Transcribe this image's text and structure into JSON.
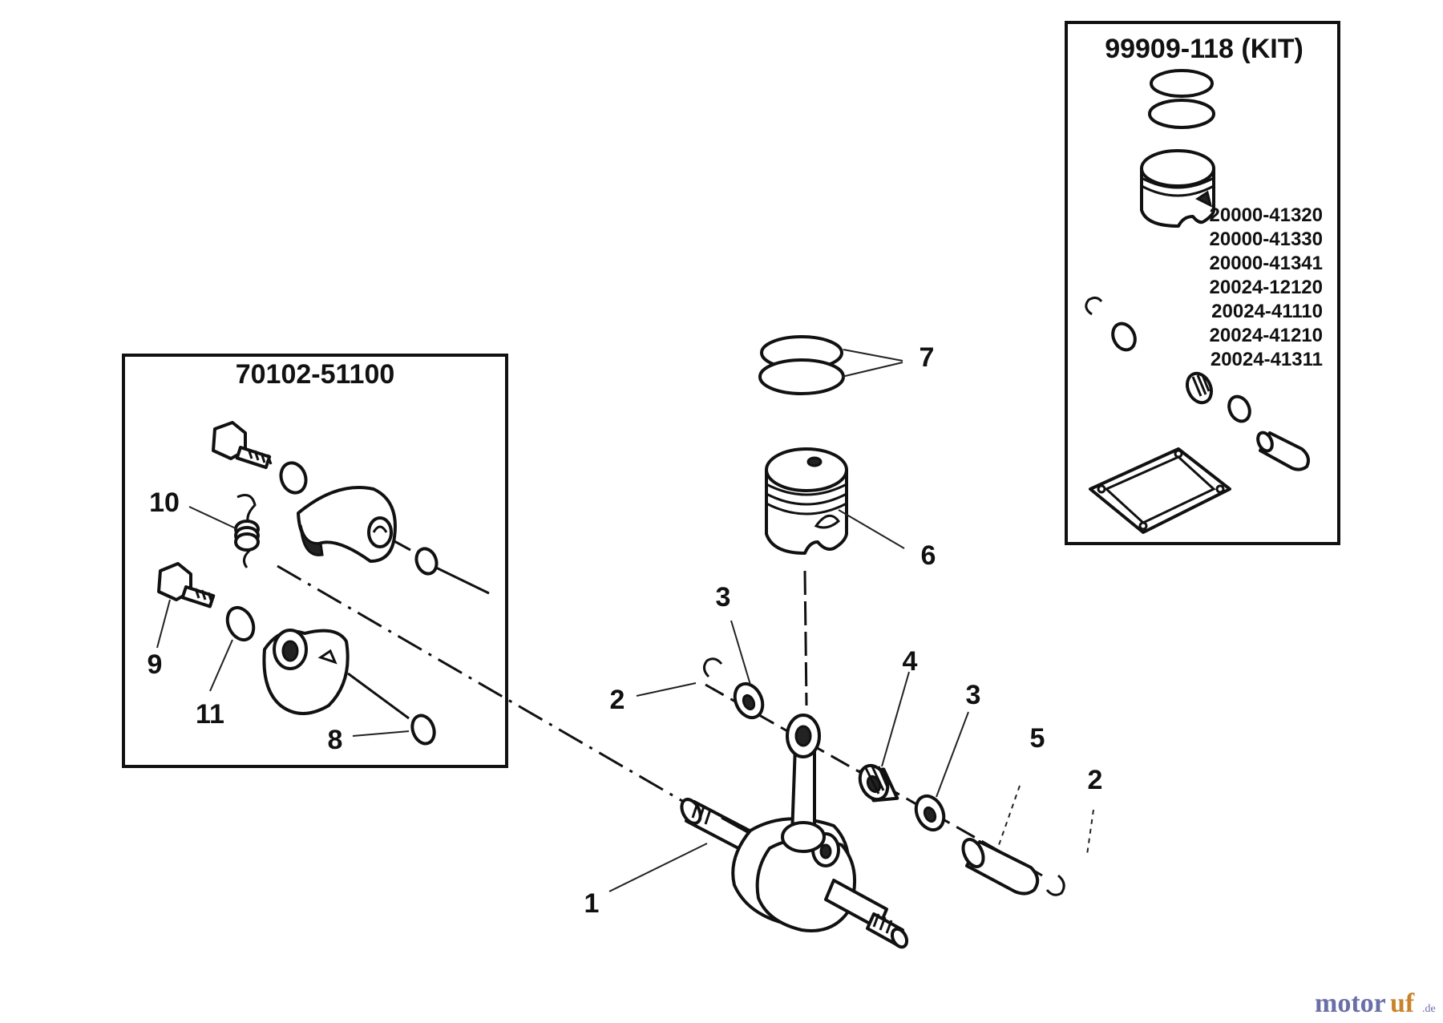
{
  "clutch_box": {
    "title": "70102-51100"
  },
  "kit_box": {
    "title": "99909-118 (KIT)",
    "part_numbers": [
      "20000-41320",
      "20000-41330",
      "20000-41341",
      "20024-12120",
      "20024-41110",
      "20024-41210",
      "20024-41311"
    ]
  },
  "callouts": {
    "crankshaft": "1",
    "circlip_left": "2",
    "circlip_right": "2",
    "washer_left": "3",
    "washer_right": "3",
    "needle_bearing": "4",
    "piston_pin": "5",
    "piston": "6",
    "piston_rings": "7",
    "clutch_washer": "8",
    "clutch_bolt": "9",
    "clutch_spring": "10",
    "clutch_washer_small": "11"
  },
  "watermark": {
    "mot": "motor",
    "ruf": "uf",
    "tld": ".de"
  }
}
